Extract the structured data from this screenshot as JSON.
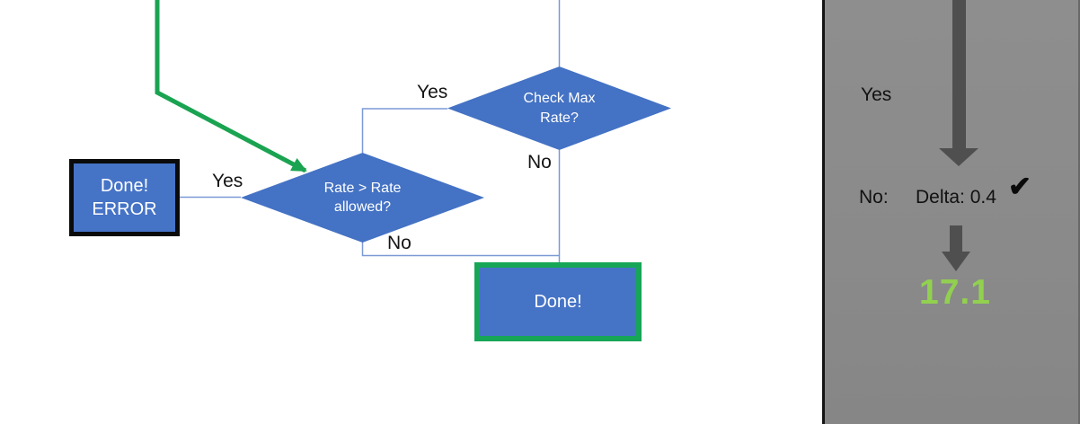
{
  "flowchart": {
    "check_max_diamond_label": "Check Max Rate?",
    "check_max_yes": "Yes",
    "check_max_no": "No",
    "rate_diamond_label": "Rate > Rate allowed?",
    "rate_yes": "Yes",
    "rate_no": "No",
    "done_error_line1": "Done!",
    "done_error_line2": "ERROR",
    "done_label": "Done!"
  },
  "panel": {
    "yes_label": "Yes",
    "no_label": "No:",
    "delta_label": "Delta: 0.4",
    "check_icon": "✔",
    "result_value": "17.1"
  },
  "colors": {
    "shape_fill": "#4472C4",
    "connector_blue": "#7b9ad6",
    "green_accent": "#1aa351",
    "done_border_green": "#17a657",
    "error_border_black": "#0b0b0b",
    "result_green": "#92D050",
    "panel_background": "#8a8a8a",
    "arrow_gray": "#4f4f4f"
  }
}
